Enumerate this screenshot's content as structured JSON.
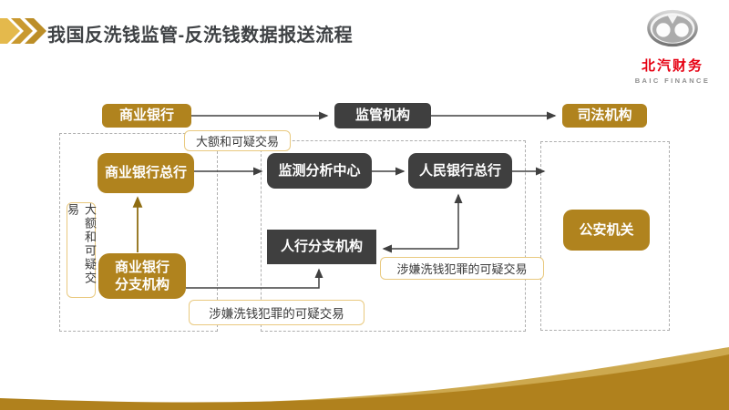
{
  "header": {
    "title": "我国反洗钱监管-反洗钱数据报送流程",
    "logo_cn": "北汽财务",
    "logo_en": "BAIC FINANCE"
  },
  "flow": {
    "commercial_bank": "商业银行",
    "regulator": "监管机构",
    "judicial": "司法机构",
    "commercial_bank_hq": "商业银行总行",
    "monitor_center": "监测分析中心",
    "pboc_hq": "人民银行总行",
    "pboc_branch": "人行分支机构",
    "commercial_bank_branch_l1": "商业银行",
    "commercial_bank_branch_l2": "分支机构",
    "public_security": "公安机关"
  },
  "labels": {
    "large_suspicious_top": "大额和可疑交易",
    "large_suspicious_left": "大额和可疑交易",
    "ml_suspicious_bottom": "涉嫌洗钱犯罪的可疑交易",
    "ml_suspicious_right": "涉嫌洗钱犯罪的可疑交易"
  },
  "colors": {
    "node_gold": "#B0831E",
    "node_dark": "#3F3F3F",
    "tag_border_gold": "#E9C97F",
    "brand_red": "#E60012",
    "title_gray": "#3F4245",
    "wave_gold": "#B0811D",
    "wave_light_gold": "#CDA94F",
    "arrow_dark": "#404040",
    "arrow_gold": "#8F6D12"
  }
}
